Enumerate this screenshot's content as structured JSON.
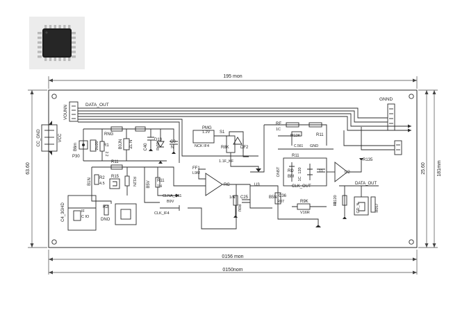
{
  "dimensions": {
    "top_width": "195 mon",
    "bottom_inner": "0156 mon",
    "bottom_outer": "0150nom",
    "left_height": "63.60",
    "right_inner": "25.60",
    "right_outer": "181mm"
  },
  "connectors": {
    "left_header": "DATA_OUT",
    "left_header_pins": "VOUNN",
    "left_power_1": "CC_GND",
    "left_power_2": "VCC",
    "top_right": "GNND",
    "left_bottom": "C4_3GHD"
  },
  "components": [
    {
      "id": "ring",
      "text": "RNG"
    },
    {
      "id": "r1",
      "text": "R1"
    },
    {
      "id": "r1-val",
      "text": "2.2"
    },
    {
      "id": "b5m",
      "text": "B6m"
    },
    {
      "id": "p30",
      "text": "P30"
    },
    {
      "id": "z20",
      "text": "2U20"
    },
    {
      "id": "r11-a",
      "text": "R11"
    },
    {
      "id": "bbin",
      "text": "B0JN"
    },
    {
      "id": "zn",
      "text": "ZL N"
    },
    {
      "id": "c40",
      "text": "C40"
    },
    {
      "id": "d13",
      "text": "D13"
    },
    {
      "id": "r30",
      "text": "R 30"
    },
    {
      "id": "c0",
      "text": "C0"
    },
    {
      "id": "c0-n",
      "text": "N"
    },
    {
      "id": "r2",
      "text": "R2"
    },
    {
      "id": "r2-val",
      "text": "4.5"
    },
    {
      "id": "bin",
      "text": "B1N"
    },
    {
      "id": "r15",
      "text": "R15"
    },
    {
      "id": "r12n",
      "text": "R12N"
    },
    {
      "id": "b5v",
      "text": "B5V"
    },
    {
      "id": "r11-b",
      "text": "R11"
    },
    {
      "id": "r11-b-val",
      "text": "1N"
    },
    {
      "id": "r2-b",
      "text": "R2"
    },
    {
      "id": "dno",
      "text": "DNO"
    },
    {
      "id": "if",
      "text": "IF"
    },
    {
      "id": "cio",
      "text": "C IO"
    },
    {
      "id": "ff1",
      "text": "FF1"
    },
    {
      "id": "l9m",
      "text": "L9M"
    },
    {
      "id": "pmg",
      "text": "PMG"
    },
    {
      "id": "pmg-val",
      "text": "1.2V"
    },
    {
      "id": "nck",
      "text": "NCK IF4"
    },
    {
      "id": "s1",
      "text": "S1"
    },
    {
      "id": "r8k",
      "text": "R8K"
    },
    {
      "id": "df2",
      "text": "DF2"
    },
    {
      "id": "c11f",
      "text": "1.1F_KF"
    },
    {
      "id": "rc",
      "text": "RC"
    },
    {
      "id": "clna",
      "text": "CLNA_C11"
    },
    {
      "id": "b9v",
      "text": "B9V"
    },
    {
      "id": "clk-if4",
      "text": "CLK_IF4"
    },
    {
      "id": "r9n",
      "text": "1/N"
    },
    {
      "id": "r0u",
      "text": "R0U"
    },
    {
      "id": "c25",
      "text": "C25"
    },
    {
      "id": "rf",
      "text": "RF"
    },
    {
      "id": "rf-1c",
      "text": "1C"
    },
    {
      "id": "m13k",
      "text": "M13K"
    },
    {
      "id": "c561",
      "text": "C.561"
    },
    {
      "id": "r11-c",
      "text": "R11"
    },
    {
      "id": "gnd",
      "text": "GND"
    },
    {
      "id": "u3",
      "text": "U3"
    },
    {
      "id": "r11-d",
      "text": "R11"
    },
    {
      "id": "on5t",
      "text": "ON5T"
    },
    {
      "id": "rd",
      "text": "RD"
    },
    {
      "id": "bm",
      "text": "BM"
    },
    {
      "id": "c120",
      "text": "120"
    },
    {
      "id": "c11",
      "text": "11"
    },
    {
      "id": "c1c",
      "text": "1C"
    },
    {
      "id": "clk-out",
      "text": "CLK_OUT"
    },
    {
      "id": "b5n",
      "text": "B5N"
    },
    {
      "id": "c36",
      "text": "C36"
    },
    {
      "id": "r07",
      "text": "R07"
    },
    {
      "id": "r9k",
      "text": "R9K"
    },
    {
      "id": "v16r",
      "text": "V16R"
    },
    {
      "id": "u2",
      "text": "U2"
    },
    {
      "id": "r135",
      "text": "R135"
    },
    {
      "id": "r120",
      "text": "R120"
    },
    {
      "id": "r12",
      "text": "R1"
    },
    {
      "id": "data-out-b",
      "text": "DATA_OUT"
    },
    {
      "id": "cdn",
      "text": "CD_N"
    },
    {
      "id": "r057",
      "text": "R057"
    }
  ],
  "colors": {
    "ink": "#2a2a2a",
    "board": "#ffffff",
    "photo_bg": "#ececec",
    "chip": "#1c1c1c",
    "pin": "#b9b9b9"
  }
}
